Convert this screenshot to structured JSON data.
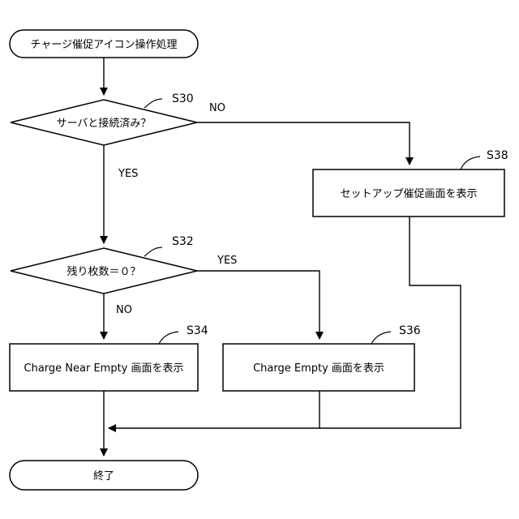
{
  "nodes": {
    "start": "チャージ催促アイコン操作処理",
    "q_server": "サーバと接続済み？",
    "q_remaining": "残り枚数＝０？",
    "setup": "セットアップ催促画面を表示",
    "near_empty": "Charge Near Empty 画面を表示",
    "empty": "Charge Empty 画面を表示",
    "end": "終了"
  },
  "steps": {
    "s30": "S30",
    "s32": "S32",
    "s34": "S34",
    "s36": "S36",
    "s38": "S38"
  },
  "edges": {
    "server_no": "NO",
    "server_yes": "YES",
    "remaining_yes": "YES",
    "remaining_no": "NO"
  }
}
